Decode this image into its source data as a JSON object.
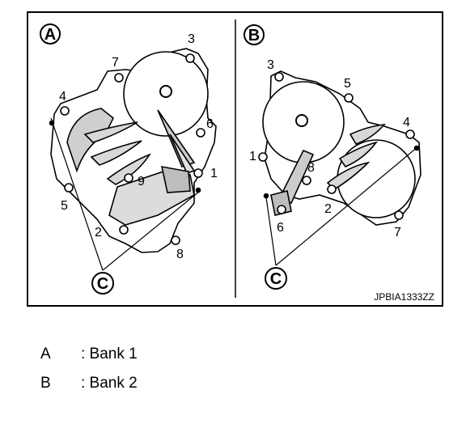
{
  "figure": {
    "panel_a": {
      "badge": "A",
      "callout": "C",
      "numbers": [
        "1",
        "2",
        "3",
        "4",
        "5",
        "6",
        "7",
        "8",
        "9"
      ]
    },
    "panel_b": {
      "badge": "B",
      "callout": "C",
      "numbers": [
        "1",
        "2",
        "3",
        "4",
        "5",
        "6",
        "7",
        "8"
      ]
    },
    "code": "JPBIA1333ZZ"
  },
  "legend": [
    {
      "key": "A",
      "text": ": Bank 1"
    },
    {
      "key": "B",
      "text": ": Bank 2"
    }
  ]
}
